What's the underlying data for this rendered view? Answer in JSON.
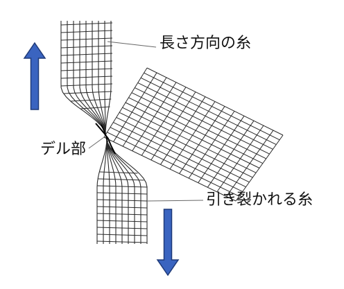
{
  "labels": {
    "lengthwise_threads": "長さ方向の糸",
    "del_section": "デル部",
    "torn_threads": "引き裂かれる糸"
  },
  "arrows": {
    "up": {
      "direction": "up",
      "color": "#3a64c0",
      "stroke": "#1f3a78"
    },
    "down": {
      "direction": "down",
      "color": "#3a64c0",
      "stroke": "#1f3a78"
    }
  },
  "colors": {
    "mesh": "#2a2a2a",
    "leader": "#666666",
    "background": "#ffffff"
  }
}
